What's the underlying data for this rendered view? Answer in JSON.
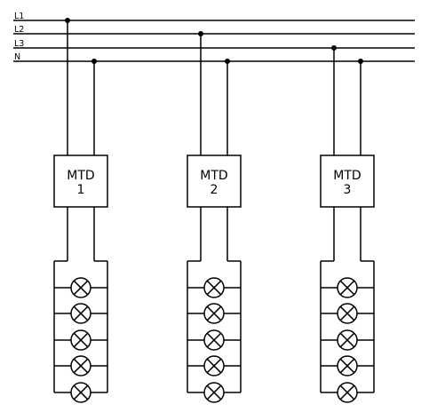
{
  "bus_lines": [
    {
      "label": "L1"
    },
    {
      "label": "L2"
    },
    {
      "label": "L3"
    },
    {
      "label": "N"
    }
  ],
  "devices": [
    {
      "label_top": "MTD",
      "label_bottom": "1",
      "phase": "L1",
      "lamps": 5
    },
    {
      "label_top": "MTD",
      "label_bottom": "2",
      "phase": "L2",
      "lamps": 5
    },
    {
      "label_top": "MTD",
      "label_bottom": "3",
      "phase": "L3",
      "lamps": 5
    }
  ],
  "icons": {
    "lamp": "lamp-icon",
    "junction": "junction-dot-icon"
  }
}
